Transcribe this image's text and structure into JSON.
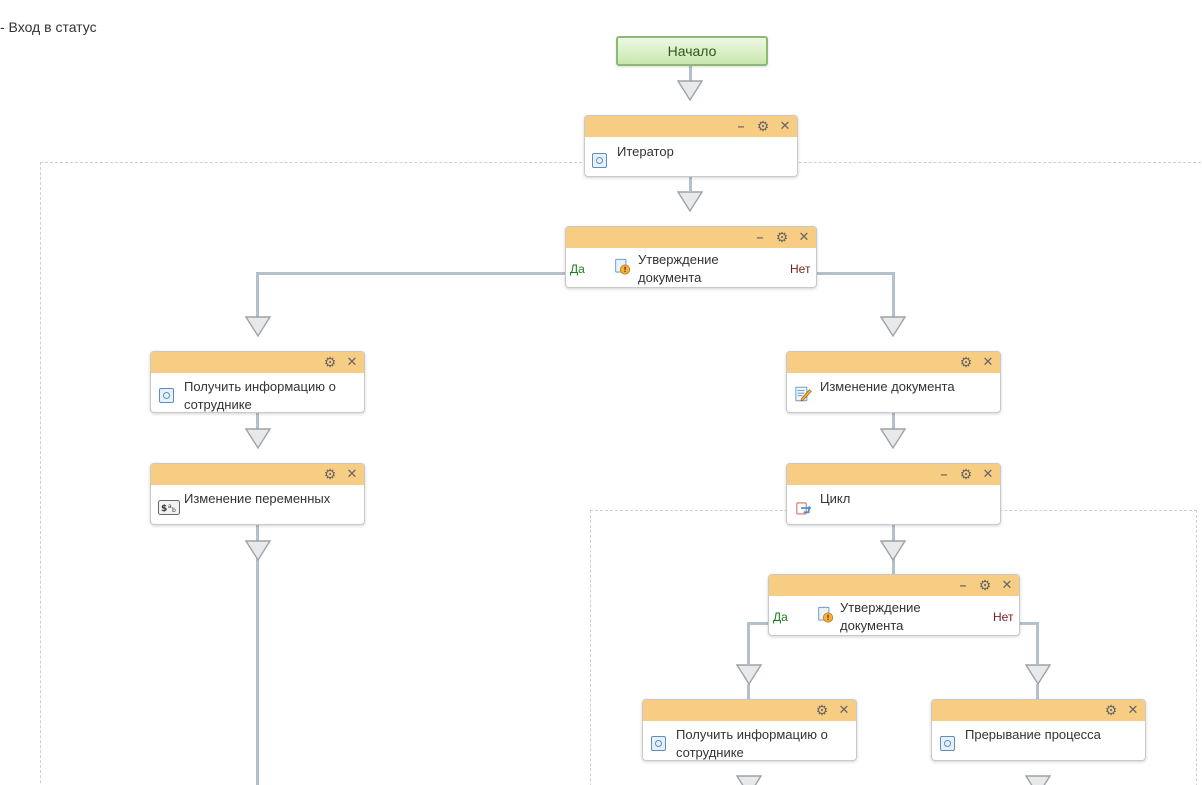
{
  "title": "- Вход в статус",
  "start": {
    "label": "Начало"
  },
  "iterator": {
    "label": "Итератор"
  },
  "decision1": {
    "label_line1": "Утверждение",
    "label_line2": "документа",
    "yes": "Да",
    "no": "Нет"
  },
  "get_info_left": {
    "label_line1": "Получить информацию о",
    "label_line2": "сотруднике"
  },
  "change_vars": {
    "label": "Изменение переменных"
  },
  "change_doc": {
    "label": "Изменение документа"
  },
  "cycle": {
    "label": "Цикл"
  },
  "decision2": {
    "label_line1": "Утверждение",
    "label_line2": "документа",
    "yes": "Да",
    "no": "Нет"
  },
  "get_info_right": {
    "label_line1": "Получить информацию о",
    "label_line2": "сотруднике"
  },
  "interrupt": {
    "label": "Прерывание процесса"
  },
  "controls": {
    "minimize": "–",
    "settings": "⚙",
    "close": "✕"
  },
  "icons": {
    "activity": "activity-icon",
    "approval": "approval-warning-icon",
    "variables": "variables-icon",
    "edit_document": "edit-document-icon",
    "loop": "loop-icon"
  },
  "colors": {
    "block_header": "#f7cd84",
    "start_fill": "#c8e7ae",
    "connector": "#b4c0cc",
    "yes_text": "#1a7d1a",
    "no_text": "#7a1f1f"
  }
}
